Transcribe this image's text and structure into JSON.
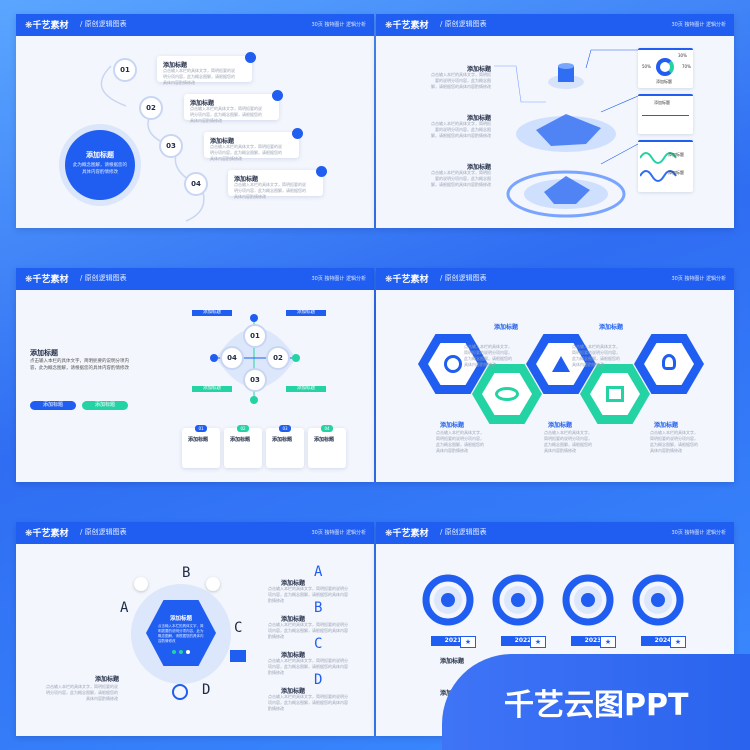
{
  "header": {
    "brand": "❋千艺素材",
    "subtitle": "/ 原创逻辑图表",
    "meta": "30页  独特图计 逻辑分析"
  },
  "common": {
    "title": "添加标题",
    "desc": "点击输入本栏的具体文字，简明扼要的说明分项内容，此为概念图解，请根据您的具体内容酌情修改"
  },
  "slide1": {
    "nums": [
      "01",
      "02",
      "03",
      "04"
    ],
    "center_title": "添加标题",
    "center_desc": "此为概念图解，请根据您的具体内容酌情修改"
  },
  "slide2": {
    "pct_a": "30%",
    "pct_b": "50%",
    "pct_c": "70%",
    "label": "添加标题"
  },
  "slide3": {
    "main_title": "添加标题",
    "main_desc": "点击输入本栏的具体文字，简明扼要的说明分项内容，此为概念图解，请根据您的具体内容酌情修改",
    "btn1": "添加标题",
    "btn2": "添加标题",
    "nums": [
      "01",
      "02",
      "03",
      "04"
    ],
    "circle_nums": [
      "01",
      "02",
      "03",
      "04"
    ]
  },
  "slide4": {
    "title": "添加标题"
  },
  "slide5": {
    "letters": [
      "A",
      "B",
      "C",
      "D"
    ],
    "center_title": "添加标题",
    "side_title": "添加标题"
  },
  "slide6": {
    "years": [
      "2021",
      "2022",
      "2023",
      "2024"
    ],
    "star": "★",
    "title": "添加标题"
  },
  "banner": {
    "text": "千艺云图PPT"
  },
  "colors": {
    "primary": "#1f5ef0",
    "accent": "#23d3a3",
    "bg": "#f3f6fc"
  }
}
